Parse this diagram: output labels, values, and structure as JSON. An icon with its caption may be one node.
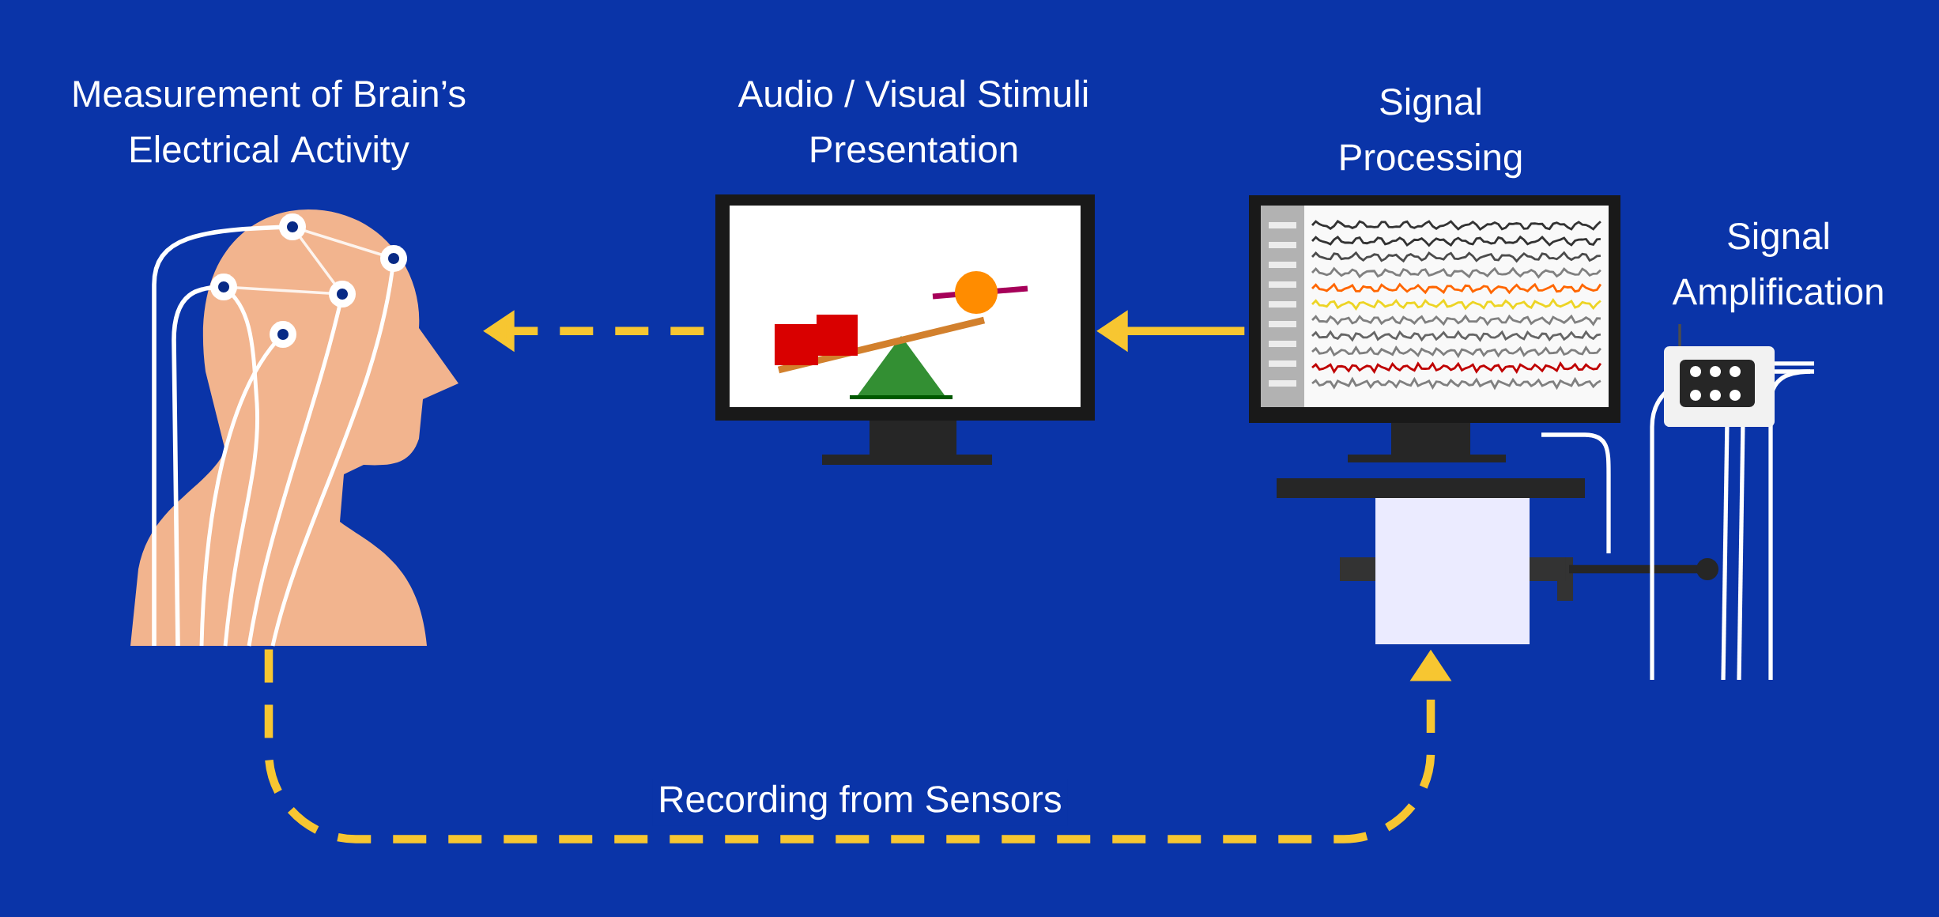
{
  "diagram": {
    "nodes": [
      {
        "text": [
          "Measurement of Brain’s Electrical Activity"
        ]
      },
      {
        "text": [
          "Audio / Visual Stimuli Presentation"
        ]
      },
      {
        "text": [
          "Signal Processing"
        ]
      },
      {
        "text": [
          "Signal Amplification"
        ]
      }
    ],
    "edges": [
      {
        "from": 0,
        "to": 2,
        "arrow": "to",
        "style": "dashed",
        "label": "Recording from Sensors"
      },
      {
        "from": 2,
        "to": 1,
        "arrow": "to"
      },
      {
        "from": 1,
        "to": 0,
        "arrow": "to",
        "style": "dashed"
      }
    ]
  }
}
